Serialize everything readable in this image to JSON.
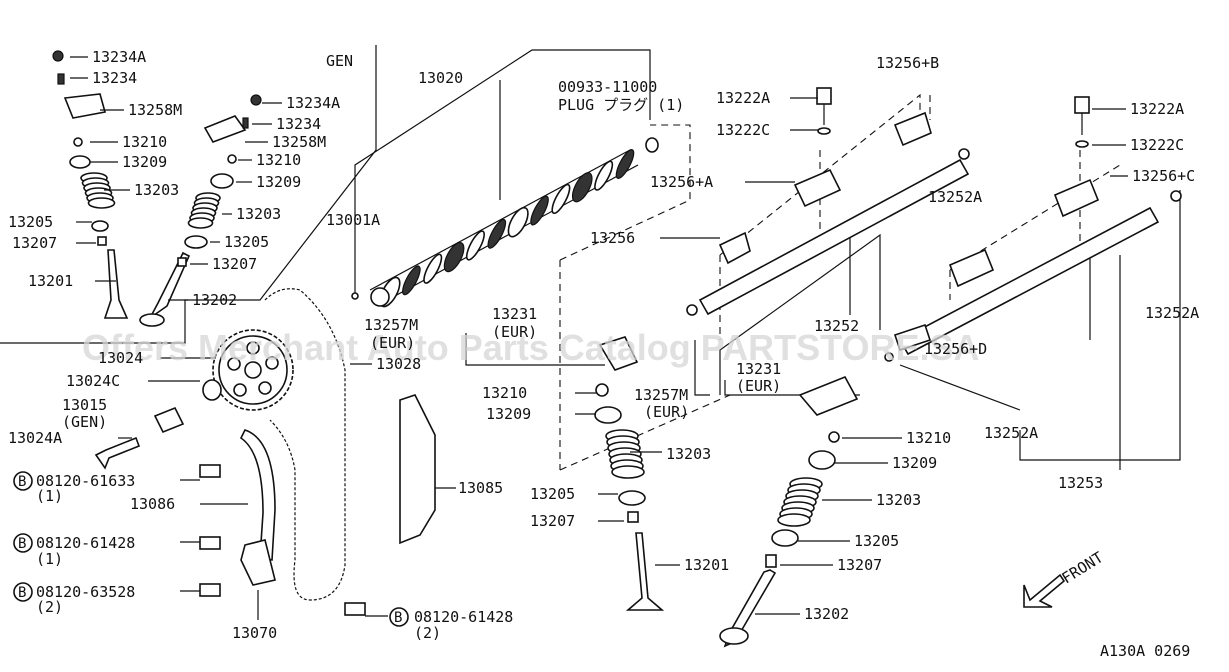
{
  "diagram": {
    "watermark": "Offers Merchant Auto Parts Catalog PARTSTORE.SA",
    "footer_code": "A130A 0269",
    "front_label": "FRONT",
    "labels": {
      "gen_header": "GEN",
      "l13234A_a": "13234A",
      "l13234_a": "13234",
      "l13258M_a": "13258M",
      "l13210_a": "13210",
      "l13209_a": "13209",
      "l13203_a": "13203",
      "l13205_a": "13205",
      "l13207_a": "13207",
      "l13201_a": "13201",
      "l13234A_b": "13234A",
      "l13234_b": "13234",
      "l13258M_b": "13258M",
      "l13210_b": "13210",
      "l13209_b": "13209",
      "l13203_b": "13203",
      "l13205_b": "13205",
      "l13207_b": "13207",
      "l13202_a": "13202",
      "l13020": "13020",
      "l13001A": "13001A",
      "plug_code": "00933-11000",
      "plug_text": "PLUG プラグ (1)",
      "l13222A_a": "13222A",
      "l13222C_a": "13222C",
      "l13256B": "13256+B",
      "l13256A": "13256+A",
      "l13256": "13256",
      "l13252A_a": "13252A",
      "l13222A_b": "13222A",
      "l13222C_b": "13222C",
      "l13256C": "13256+C",
      "l13252": "13252",
      "l13252A_b": "13252A",
      "l13256D": "13256+D",
      "l13231_a": "13231",
      "l13231_a_sub": "(EUR)",
      "l13257M_a": "13257M",
      "l13257M_a_sub": "(EUR)",
      "l13231_b": "13231",
      "l13231_b_sub": "(EUR)",
      "l13257M_b": "13257M",
      "l13257M_b_sub": "(EUR)",
      "l13252A_c": "13252A",
      "l13253": "13253",
      "l13210_c": "13210",
      "l13209_c": "13209",
      "l13203_c": "13203",
      "l13205_c": "13205",
      "l13207_c": "13207",
      "l13201_c": "13201",
      "l13210_d": "13210",
      "l13209_d": "13209",
      "l13203_d": "13203",
      "l13205_d": "13205",
      "l13207_d": "13207",
      "l13202_d": "13202",
      "l13024": "13024",
      "l13028": "13028",
      "l13024C": "13024C",
      "l13015": "13015",
      "l13015_sub": "(GEN)",
      "l13024A": "13024A",
      "l13086": "13086",
      "l13085": "13085",
      "l13070": "13070",
      "bolt1_code": "08120-61633",
      "bolt1_qty": "(1)",
      "bolt2_code": "08120-61428",
      "bolt2_qty": "(1)",
      "bolt3_code": "08120-63528",
      "bolt3_qty": "(2)",
      "bolt4_code": "08120-61428",
      "bolt4_qty": "(2)",
      "circle_b": "B"
    }
  }
}
